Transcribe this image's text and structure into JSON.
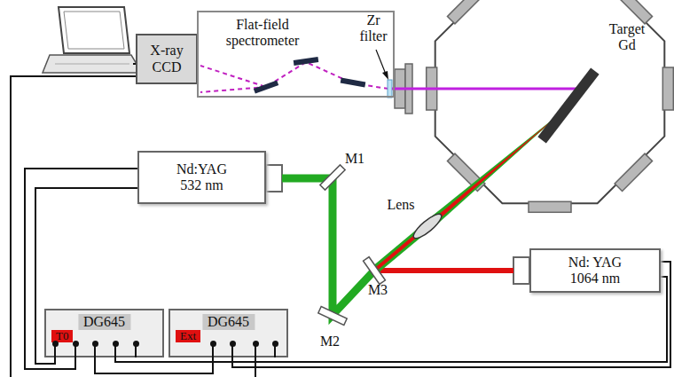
{
  "diagram": {
    "nodes": [
      {
        "text": [
          "X-ray CCD"
        ]
      },
      {
        "text": [
          "Flat-field spectrometer"
        ]
      },
      {
        "text": [
          "Nd:YAG 532 nm"
        ]
      },
      {
        "text": [
          "Nd: YAG 1064 nm"
        ]
      },
      {
        "text": [
          "DG645",
          "T0"
        ]
      },
      {
        "text": [
          "DG645",
          "Ext"
        ]
      }
    ],
    "edges": [
      {
        "from": 2,
        "to": 4,
        "arrow": "none"
      },
      {
        "from": 2,
        "to": 4,
        "arrow": "none"
      },
      {
        "from": 4,
        "to": 5,
        "arrow": "none"
      },
      {
        "from": 4,
        "to": 3,
        "arrow": "none"
      },
      {
        "from": 5,
        "to": 3,
        "arrow": "none"
      }
    ],
    "labels": [
      "Zr filter",
      "Target Gd",
      "Lens",
      "M1",
      "M2",
      "M3"
    ]
  }
}
